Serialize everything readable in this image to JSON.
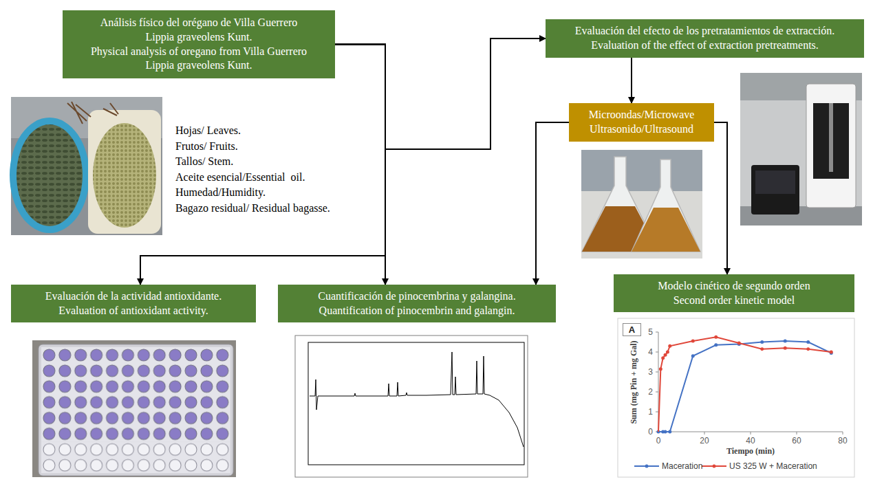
{
  "diagram": {
    "nodes": [
      {
        "text": [
          "Análisis físico del orégano de Villa Guerrero",
          "Lippia graveolens Kunt.",
          "Physical analysis of oregano from Villa Guerrero",
          "Lippia graveolens Kunt."
        ]
      },
      {
        "text": [
          "Evaluación del efecto de los pretratamientos de extracción.",
          "Evaluation of the effect of extraction pretreatments."
        ]
      },
      {
        "text": [
          "Microondas/Microwave",
          "Ultrasonido/Ultrasound"
        ]
      },
      {
        "text": [
          "Evaluación de la actividad antioxidante.",
          "Evaluation of antioxidant activity."
        ]
      },
      {
        "text": [
          "Cuantificación de pinocembrina y galangina.",
          "Quantification of pinocembrin and galangin."
        ]
      },
      {
        "text": [
          "Modelo cinético de segundo orden",
          "Second order kinetic model"
        ]
      },
      {
        "text": [
          "A"
        ]
      }
    ],
    "edges": [
      {
        "from": 0,
        "to": 1,
        "arrow": "to"
      },
      {
        "from": 0,
        "to": 3,
        "arrow": "to"
      },
      {
        "from": 0,
        "to": 4,
        "arrow": "to"
      },
      {
        "from": 1,
        "to": 2,
        "arrow": "to"
      },
      {
        "from": 2,
        "to": 4,
        "arrow": "to"
      },
      {
        "from": 2,
        "to": 5,
        "arrow": "to"
      }
    ],
    "labels": [
      "Hojas/ Leaves.",
      "Frutos/ Fruits.",
      "Tallos/ Stem.",
      "Aceite esencial/Essential  oil.",
      "Humedad/Humidity.",
      "Bagazo residual/ Residual bagasse.",
      "5",
      "4",
      "3",
      "2",
      "1",
      "0",
      "0",
      "20",
      "40",
      "60",
      "80",
      "Sum (mg Pin + mg Gal)",
      "Tiempo (min)"
    ],
    "legend": [
      {
        "text": "Maceration"
      },
      {
        "text": "US 325 W + Maceration"
      }
    ]
  }
}
